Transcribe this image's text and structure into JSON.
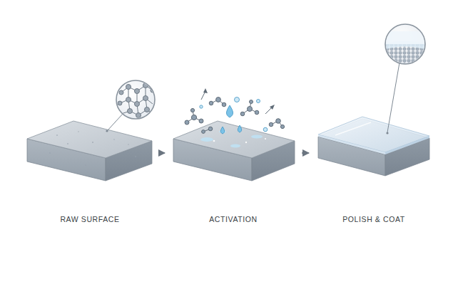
{
  "diagram": {
    "nodes": [
      {
        "text": [
          "RAW SURFACE"
        ]
      },
      {
        "text": [
          "ACTIVATION"
        ]
      },
      {
        "text": [
          "POLISH & COAT"
        ]
      }
    ],
    "edges": [
      {
        "from": 0,
        "to": 1,
        "arrow": "to"
      },
      {
        "from": 1,
        "to": 2,
        "arrow": "to"
      }
    ]
  }
}
